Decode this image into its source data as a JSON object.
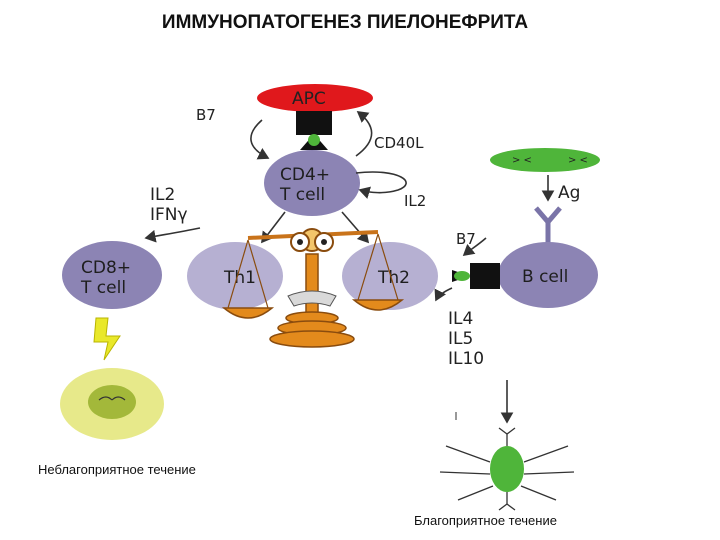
{
  "title": "ИММУНОПАТОГЕНЕЗ ПИЕЛОНЕФРИТА",
  "nodes": {
    "apc": "APC",
    "cd4_line1": "CD4+",
    "cd4_line2": "T cell",
    "cd8_line1": "CD8+",
    "cd8_line2": "T cell",
    "th1": "Th1",
    "th2": "Th2",
    "bcell": "B cell"
  },
  "labels": {
    "b7_top": "B7",
    "cd40l": "CD40L",
    "il2_left": "IL2",
    "ifn": "IFNγ",
    "il2_right": "IL2",
    "ag": "Ag",
    "b7_right": "B7",
    "il4": "IL4",
    "il5": "IL5",
    "il10": "IL10"
  },
  "captions": {
    "unfavorable": "Неблагоприятное течение",
    "favorable": "Благоприятное течение"
  },
  "colors": {
    "apc": "#e0181c",
    "cell_purple": "#8c84b4",
    "th_light": "#b6b0d2",
    "green": "#4fb53a",
    "target_cell": "#e7e98a",
    "scales_gold": "#e38a1c",
    "lightning": "#e9e82a"
  }
}
